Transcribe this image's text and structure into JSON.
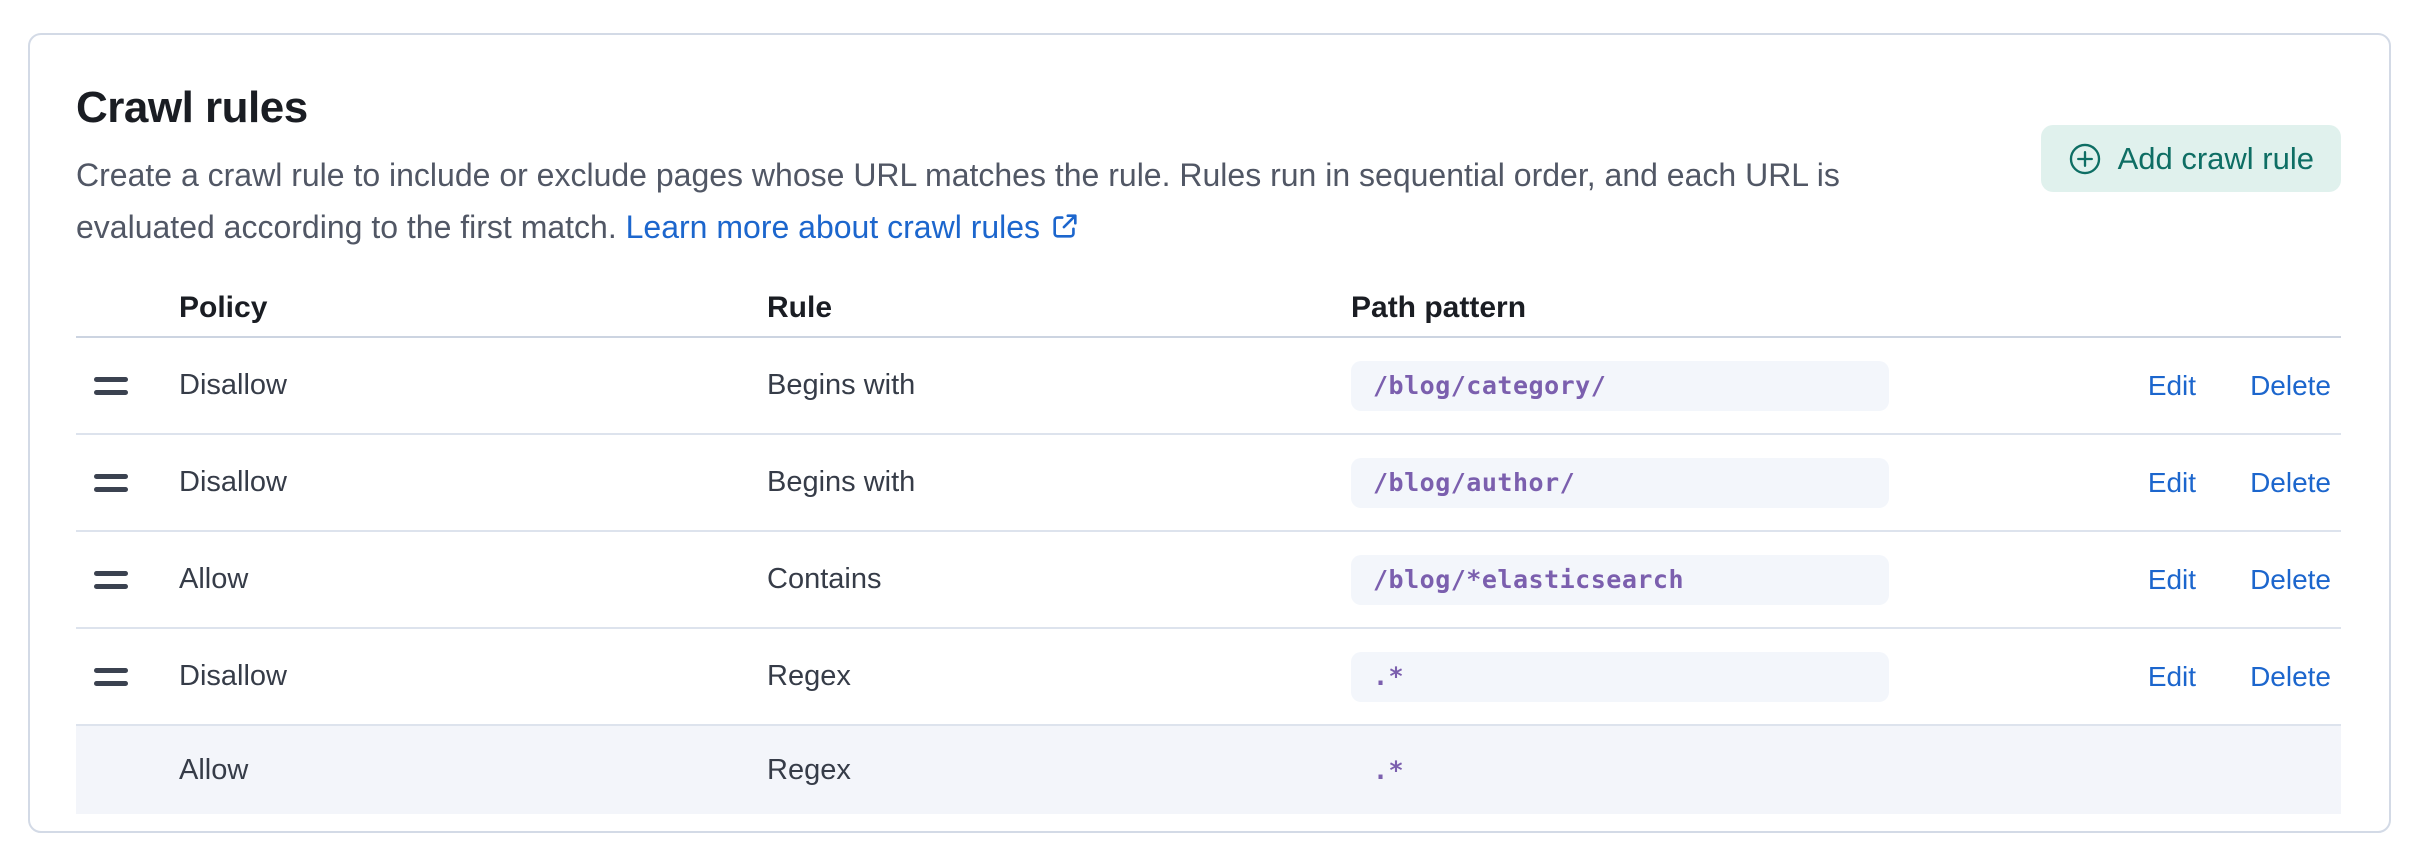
{
  "panel": {
    "title": "Crawl rules",
    "description_line1": "Create a crawl rule to include or exclude pages whose URL matches the rule. Rules run in sequential order, and each URL is",
    "description_line2": "evaluated according to the first match.",
    "learn_more_label": "Learn more about crawl rules",
    "add_button_label": "Add crawl rule"
  },
  "colors": {
    "link_blue": "#1c66cd",
    "button_teal_bg": "#e0f1ed",
    "button_teal_text": "#0e6e64",
    "code_purple": "#7b5fae",
    "code_bg": "#f3f6fb",
    "default_row_bg": "#f3f5fa",
    "panel_border": "#d3dae6"
  },
  "table": {
    "columns": {
      "policy": "Policy",
      "rule": "Rule",
      "path_pattern": "Path pattern"
    },
    "actions": {
      "edit": "Edit",
      "delete": "Delete"
    },
    "rows": [
      {
        "policy": "Disallow",
        "rule": "Begins with",
        "path_pattern": "/blog/category/"
      },
      {
        "policy": "Disallow",
        "rule": "Begins with",
        "path_pattern": "/blog/author/"
      },
      {
        "policy": "Allow",
        "rule": "Contains",
        "path_pattern": "/blog/*elasticsearch"
      },
      {
        "policy": "Disallow",
        "rule": "Regex",
        "path_pattern": ".*"
      },
      {
        "policy": "Allow",
        "rule": "Regex",
        "path_pattern": ".*"
      }
    ]
  }
}
